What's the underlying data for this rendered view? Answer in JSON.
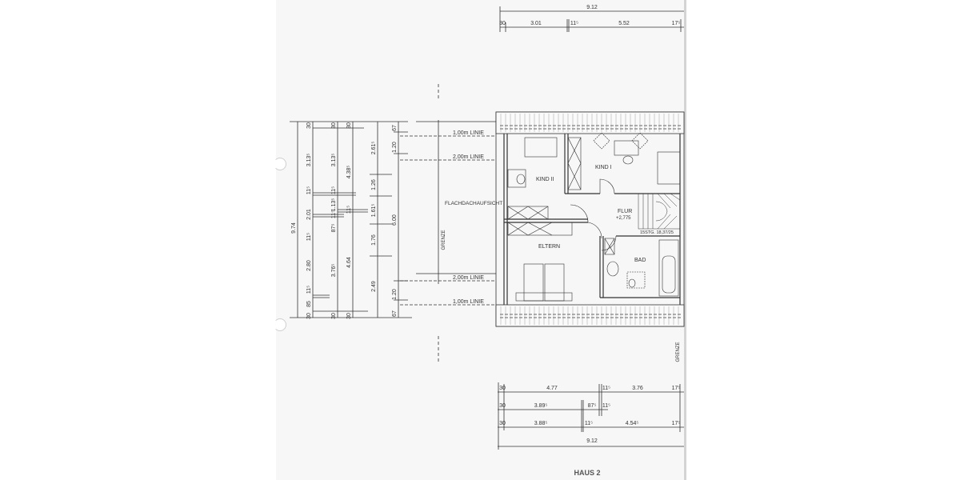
{
  "document": {
    "title": "HAUS 2",
    "type": "floor-plan-dachgeschoss"
  },
  "top_dimensions": {
    "overall": "9.12",
    "segments": [
      "30",
      "3.01",
      "11⁵",
      "5.52",
      "17⁵"
    ]
  },
  "bottom_dimensions": {
    "row1": [
      "30",
      "4.77",
      "11⁵",
      "3.76",
      "17⁵"
    ],
    "row2": [
      "30",
      "3.89⁵",
      "87⁵",
      "11⁵"
    ],
    "row3": [
      "30",
      "3.88⁵",
      "11⁵",
      "4.54⁵",
      "17⁵"
    ],
    "overall": "9.12"
  },
  "left_dimensions": {
    "overall": "9.74",
    "col1": [
      "30",
      "3.13⁵",
      "11⁵",
      "2.01",
      "11⁵",
      "2.80",
      "11⁵",
      "85",
      "30"
    ],
    "col2": [
      "30",
      "3.13⁵",
      "11⁵",
      "1.13⁵",
      "11⁵",
      "87⁵",
      "3.76⁵",
      "30"
    ],
    "col3": [
      "30",
      "4.38⁵",
      "11⁵",
      "4.64",
      "30"
    ],
    "col4": [
      "2.61⁵",
      "1.26",
      "1.61⁵",
      "1.76",
      "2.49"
    ],
    "col5": [
      "67",
      "1.20",
      "6.00",
      "1.20",
      "67"
    ]
  },
  "annotations": {
    "line_1m_top": "1,00m LINIE",
    "line_2m_top": "2,00m LINIE",
    "line_2m_bottom": "2,00m LINIE",
    "line_1m_bottom": "1,00m LINIE",
    "flat_roof": "FLACHDACHAUFSICHT",
    "boundary_left": "GRENZE",
    "boundary_right": "GRENZE",
    "stairs": "15STG. 18,37/25"
  },
  "rooms": {
    "kind2": "KIND II",
    "kind1": "KIND I",
    "flur": "FLUR",
    "flur_level": "+2,775",
    "eltern": "ELTERN",
    "bad": "BAD"
  },
  "colors": {
    "ink": "#333333",
    "paper": "#f7f7f7",
    "faint": "#999999"
  }
}
